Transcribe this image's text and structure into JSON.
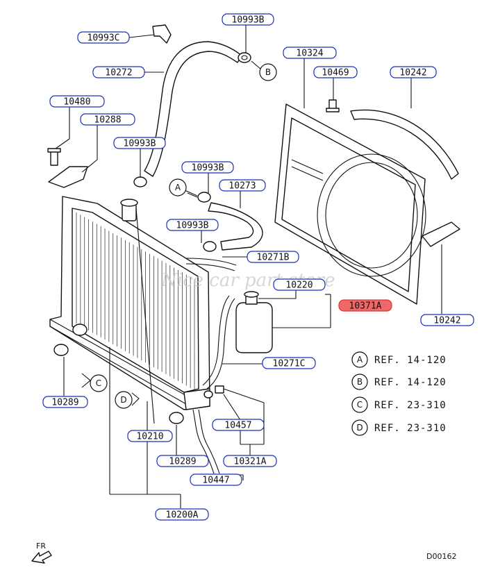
{
  "diagram": {
    "code": "D00162",
    "direction_label": "FR",
    "watermark": "Nice car part store",
    "highlight_color": "#f06868",
    "label_border_color": "#1a2fb8",
    "labels": [
      {
        "id": "l10993c",
        "text": "10993C"
      },
      {
        "id": "l10993b1",
        "text": "10993B"
      },
      {
        "id": "l10272",
        "text": "10272"
      },
      {
        "id": "l10324",
        "text": "10324"
      },
      {
        "id": "l10469",
        "text": "10469"
      },
      {
        "id": "l10242a",
        "text": "10242"
      },
      {
        "id": "l10480",
        "text": "10480"
      },
      {
        "id": "l10288",
        "text": "10288"
      },
      {
        "id": "l10993b2",
        "text": "10993B"
      },
      {
        "id": "l10993b3",
        "text": "10993B"
      },
      {
        "id": "l10273",
        "text": "10273"
      },
      {
        "id": "l10993b4",
        "text": "10993B"
      },
      {
        "id": "l10271b",
        "text": "10271B"
      },
      {
        "id": "l10220",
        "text": "10220"
      },
      {
        "id": "l10371a",
        "text": "10371A",
        "highlighted": true
      },
      {
        "id": "l10242b",
        "text": "10242"
      },
      {
        "id": "l10271c",
        "text": "10271C"
      },
      {
        "id": "l10289a",
        "text": "10289"
      },
      {
        "id": "l10457",
        "text": "10457"
      },
      {
        "id": "l10210",
        "text": "10210"
      },
      {
        "id": "l10289b",
        "text": "10289"
      },
      {
        "id": "l10321a",
        "text": "10321A"
      },
      {
        "id": "l10447",
        "text": "10447"
      },
      {
        "id": "l10200a",
        "text": "10200A"
      }
    ],
    "callouts": [
      {
        "id": "cA1",
        "letter": "A"
      },
      {
        "id": "cB1",
        "letter": "B"
      },
      {
        "id": "cC1",
        "letter": "C"
      },
      {
        "id": "cD1",
        "letter": "D"
      }
    ],
    "references": [
      {
        "letter": "A",
        "text": "REF. 14-120"
      },
      {
        "letter": "B",
        "text": "REF. 14-120"
      },
      {
        "letter": "C",
        "text": "REF. 23-310"
      },
      {
        "letter": "D",
        "text": "REF. 23-310"
      }
    ]
  }
}
